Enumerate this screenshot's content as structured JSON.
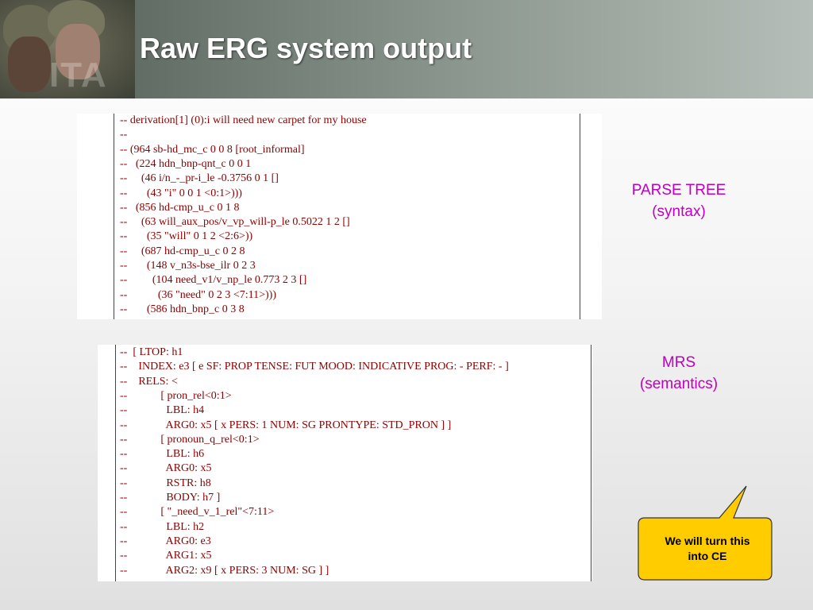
{
  "header": {
    "title": "Raw ERG system output",
    "logo_text": "ITA"
  },
  "parse_tree": {
    "lines": [
      "-- derivation[1] (0):i will need new carpet for my house",
      "--",
      "-- (964 sb-hd_mc_c 0 0 8 [root_informal]",
      "--   (224 hdn_bnp-qnt_c 0 0 1",
      "--     (46 i/n_-_pr-i_le -0.3756 0 1 []",
      "--       (43 \"i\" 0 0 1 <0:1>)))",
      "--   (856 hd-cmp_u_c 0 1 8",
      "--     (63 will_aux_pos/v_vp_will-p_le 0.5022 1 2 []",
      "--       (35 \"will\" 0 1 2 <2:6>))",
      "--     (687 hd-cmp_u_c 0 2 8",
      "--       (148 v_n3s-bse_ilr 0 2 3",
      "--         (104 need_v1/v_np_le 0.773 2 3 []",
      "--           (36 \"need\" 0 2 3 <7:11>)))",
      "--       (586 hdn_bnp_c 0 3 8"
    ]
  },
  "mrs": {
    "lines": [
      "--  [ LTOP: h1",
      "--    INDEX: e3 [ e SF: PROP TENSE: FUT MOOD: INDICATIVE PROG: - PERF: - ]",
      "--    RELS: <",
      "--            [ pron_rel<0:1>",
      "--              LBL: h4",
      "--              ARG0: x5 [ x PERS: 1 NUM: SG PRONTYPE: STD_PRON ] ]",
      "--            [ pronoun_q_rel<0:1>",
      "--              LBL: h6",
      "--              ARG0: x5",
      "--              RSTR: h8",
      "--              BODY: h7 ]",
      "--            [ \"_need_v_1_rel\"<7:11>",
      "--              LBL: h2",
      "--              ARG0: e3",
      "--              ARG1: x5",
      "--              ARG2: x9 [ x PERS: 3 NUM: SG ] ]"
    ]
  },
  "labels": {
    "parse_tree_line1": "PARSE TREE",
    "parse_tree_line2": "(syntax)",
    "mrs_line1": "MRS",
    "mrs_line2": "(semantics)"
  },
  "callout": {
    "line1": "We will turn this",
    "line2": "into CE"
  },
  "colors": {
    "code_text": "#8b0000",
    "label_text": "#c000c0",
    "callout_fill": "#ffcc00"
  }
}
